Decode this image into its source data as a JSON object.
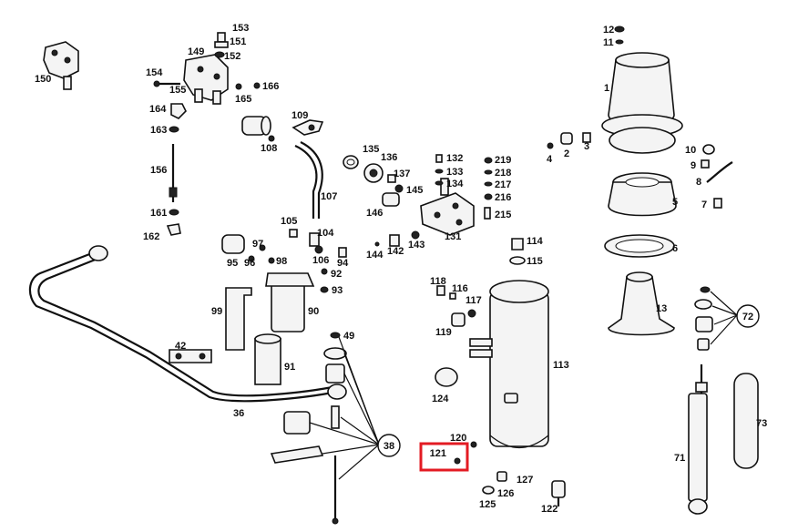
{
  "highlight": {
    "label": "121",
    "color": "#e31b23"
  },
  "callouts": {
    "c72": "72",
    "c38": "38"
  },
  "labels": {
    "l153": "153",
    "l151": "151",
    "l152": "152",
    "l149": "149",
    "l150": "150",
    "l154": "154",
    "l155": "155",
    "l165": "165",
    "l166": "166",
    "l164": "164",
    "l163": "163",
    "l156": "156",
    "l161": "161",
    "l162": "162",
    "l109": "109",
    "l108": "108",
    "l107": "107",
    "l135": "135",
    "l136": "136",
    "l137": "137",
    "l145": "145",
    "l146": "146",
    "l132": "132",
    "l133": "133",
    "l134": "134",
    "l219": "219",
    "l218": "218",
    "l217": "217",
    "l216": "216",
    "l215": "215",
    "l131": "131",
    "l105": "105",
    "l104": "104",
    "l106": "106",
    "l94": "94",
    "l97": "97",
    "l95": "95",
    "l96": "96",
    "l98": "98",
    "l92": "92",
    "l93": "93",
    "l144": "144",
    "l142": "142",
    "l143": "143",
    "l114": "114",
    "l115": "115",
    "l99": "99",
    "l90": "90",
    "l42": "42",
    "l49": "49",
    "l91": "91",
    "l36": "36",
    "l118": "118",
    "l116": "116",
    "l117": "117",
    "l119": "119",
    "l113": "113",
    "l124": "124",
    "l120": "120",
    "l127": "127",
    "l126": "126",
    "l125": "125",
    "l122": "122",
    "l12": "12",
    "l11": "11",
    "l1": "1",
    "l2": "2",
    "l3": "3",
    "l4": "4",
    "l10": "10",
    "l9": "9",
    "l8": "8",
    "l7": "7",
    "l5": "5",
    "l6": "6",
    "l13": "13",
    "l71": "71",
    "l73": "73"
  }
}
